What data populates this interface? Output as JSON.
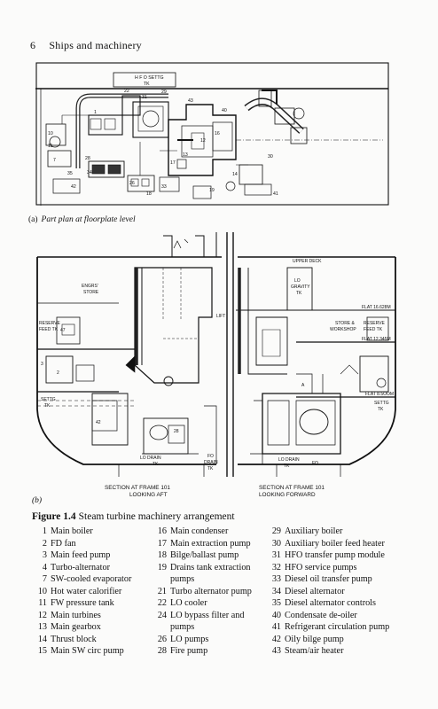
{
  "header": {
    "page_number": "6",
    "running_title": "Ships and machinery"
  },
  "plan": {
    "caption_tag": "(a)",
    "caption_text": "Part plan at floorplate level",
    "labels": {
      "hfo_settling_tank": [
        "H F O  SETTG",
        "TK"
      ],
      "numbers": [
        "29",
        "31",
        "1",
        "22",
        "12",
        "43",
        "30",
        "28",
        "16",
        "13",
        "26",
        "35",
        "34",
        "10",
        "11",
        "7",
        "17",
        "18",
        "41",
        "33",
        "19",
        "14",
        "42",
        "40"
      ]
    }
  },
  "section": {
    "tag": "(b)",
    "labels": {
      "upper_deck": "UPPER DECK",
      "lo_gravity_tank": [
        "LO",
        "GRAVITY",
        "TK"
      ],
      "flat_top": "FLAT 16.628M",
      "flat_mid": "FLAT 12.345M",
      "flat_low": "FLAT 8.5OOM",
      "engrs_store": [
        "ENGRS'",
        "STORE"
      ],
      "reserve_feed_left": [
        "RESERVE",
        "FEED TK"
      ],
      "reserve_feed_right": [
        "RESERVE",
        "FEED TK"
      ],
      "store_workshop": [
        "STORE &",
        "WORKSHOP"
      ],
      "lift": "LIFT",
      "settg_left": [
        "SETTG",
        "TK"
      ],
      "settg_right": [
        "SETTG",
        "TK"
      ],
      "lo_drain_left": [
        "LO DRAIN",
        "TK"
      ],
      "fo_drain": [
        "FO",
        "DRAIN",
        "TK"
      ],
      "lo_drain_right": [
        "LO DRAIN",
        "TK"
      ],
      "fo": "FO",
      "numbers": [
        "47",
        "2",
        "3",
        "42",
        "28",
        "A"
      ],
      "left_caption": [
        "SECTION AT FRAME 101",
        "LOOKING AFT"
      ],
      "right_caption": [
        "SECTION AT FRAME 101",
        "LOOKING FORWARD"
      ]
    }
  },
  "figure": {
    "label": "Figure 1.4",
    "title": "Steam turbine machinery arrangement"
  },
  "legend": {
    "col1": [
      {
        "num": "1",
        "text": "Main boiler"
      },
      {
        "num": "2",
        "text": "FD fan"
      },
      {
        "num": "3",
        "text": "Main feed pump"
      },
      {
        "num": "4",
        "text": "Turbo-alternator"
      },
      {
        "num": "7",
        "text": "SW-cooled evaporator"
      },
      {
        "num": "10",
        "text": "Hot water calorifier"
      },
      {
        "num": "11",
        "text": "FW pressure tank"
      },
      {
        "num": "12",
        "text": "Main turbines"
      },
      {
        "num": "13",
        "text": "Main gearbox"
      },
      {
        "num": "14",
        "text": "Thrust block"
      },
      {
        "num": "15",
        "text": "Main SW circ pump"
      }
    ],
    "col2": [
      {
        "num": "16",
        "text": "Main condenser"
      },
      {
        "num": "17",
        "text": "Main extraction pump"
      },
      {
        "num": "18",
        "text": "Bilge/ballast pump"
      },
      {
        "num": "19",
        "text": "Drains tank extraction"
      },
      {
        "num": "",
        "text": "pumps"
      },
      {
        "num": "21",
        "text": "Turbo alternator pump"
      },
      {
        "num": "22",
        "text": "LO cooler"
      },
      {
        "num": "24",
        "text": "LO bypass filter and"
      },
      {
        "num": "",
        "text": "pumps"
      },
      {
        "num": "26",
        "text": "LO pumps"
      },
      {
        "num": "28",
        "text": "Fire pump"
      }
    ],
    "col3": [
      {
        "num": "29",
        "text": "Auxiliary boiler"
      },
      {
        "num": "30",
        "text": "Auxiliary boiler feed heater"
      },
      {
        "num": "31",
        "text": "HFO transfer pump module"
      },
      {
        "num": "32",
        "text": "HFO service pumps"
      },
      {
        "num": "33",
        "text": "Diesel oil transfer pump"
      },
      {
        "num": "34",
        "text": "Diesel alternator"
      },
      {
        "num": "35",
        "text": "Diesel alternator controls"
      },
      {
        "num": "40",
        "text": "Condensate de-oiler"
      },
      {
        "num": "41",
        "text": "Refrigerant circulation pump"
      },
      {
        "num": "42",
        "text": "Oily bilge pump"
      },
      {
        "num": "43",
        "text": "Steam/air heater"
      }
    ]
  }
}
